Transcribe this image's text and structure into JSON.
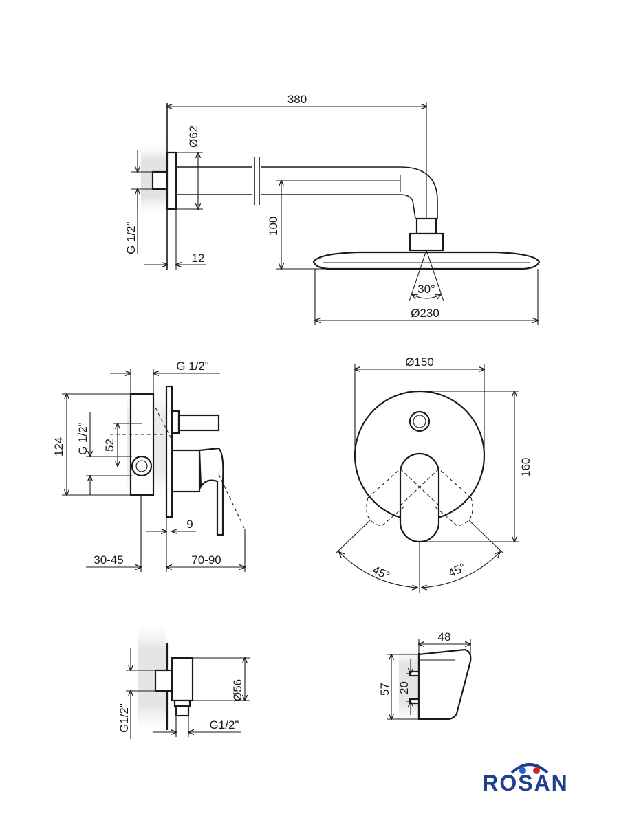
{
  "brand": {
    "logo_text": "ROSAN",
    "primary_color": "#1f3f8f",
    "dot_blue": "#2a63c7",
    "dot_red": "#d8222a"
  },
  "shower_head_view": {
    "dim_arm_length": "380",
    "dim_flange_dia": "Ø62",
    "dim_thread": "G 1/2\"",
    "dim_flange_depth": "12",
    "dim_drop": "100",
    "dim_angle": "30°",
    "dim_head_dia": "Ø230"
  },
  "mixer_side_view": {
    "dim_inlet": "G 1/2\"",
    "dim_height": "124",
    "dim_side_thread": "G 1/2\"",
    "dim_spacing": "52",
    "dim_plate": "9",
    "dim_depth_in_wall": "30-45",
    "dim_projection": "70-90"
  },
  "mixer_front_view": {
    "dim_plate_dia": "Ø150",
    "dim_height": "160",
    "dim_angle_left": "45°",
    "dim_angle_right": "45°"
  },
  "outlet_view": {
    "dim_flange_dia": "Ø56",
    "dim_thread_left": "G1/2\"",
    "dim_thread_bottom": "G1/2\""
  },
  "holder_view": {
    "dim_width": "48",
    "dim_height": "57",
    "dim_screw_spacing": "20"
  }
}
